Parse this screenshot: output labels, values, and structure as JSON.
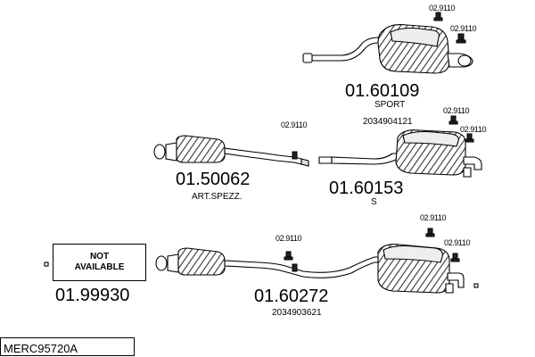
{
  "diagram": {
    "code": "MERC95720A",
    "not_available": {
      "line1": "NOT",
      "line2": "AVAILABLE",
      "number": "01.99930"
    },
    "parts": [
      {
        "id": "p1",
        "number": "01.60109",
        "sub1": "SPORT",
        "sub2": "2034904121"
      },
      {
        "id": "p2",
        "number": "01.50062",
        "sub1": "ART.SPEZZ."
      },
      {
        "id": "p3",
        "number": "01.60153",
        "sub1": "S"
      },
      {
        "id": "p4",
        "number": "01.60272",
        "sub1": "2034903621"
      }
    ],
    "clamps": [
      "02.9110",
      "02.9110",
      "02.9110",
      "02.9110",
      "02.9110",
      "02.9110",
      "02.9110",
      "02.9110"
    ]
  }
}
